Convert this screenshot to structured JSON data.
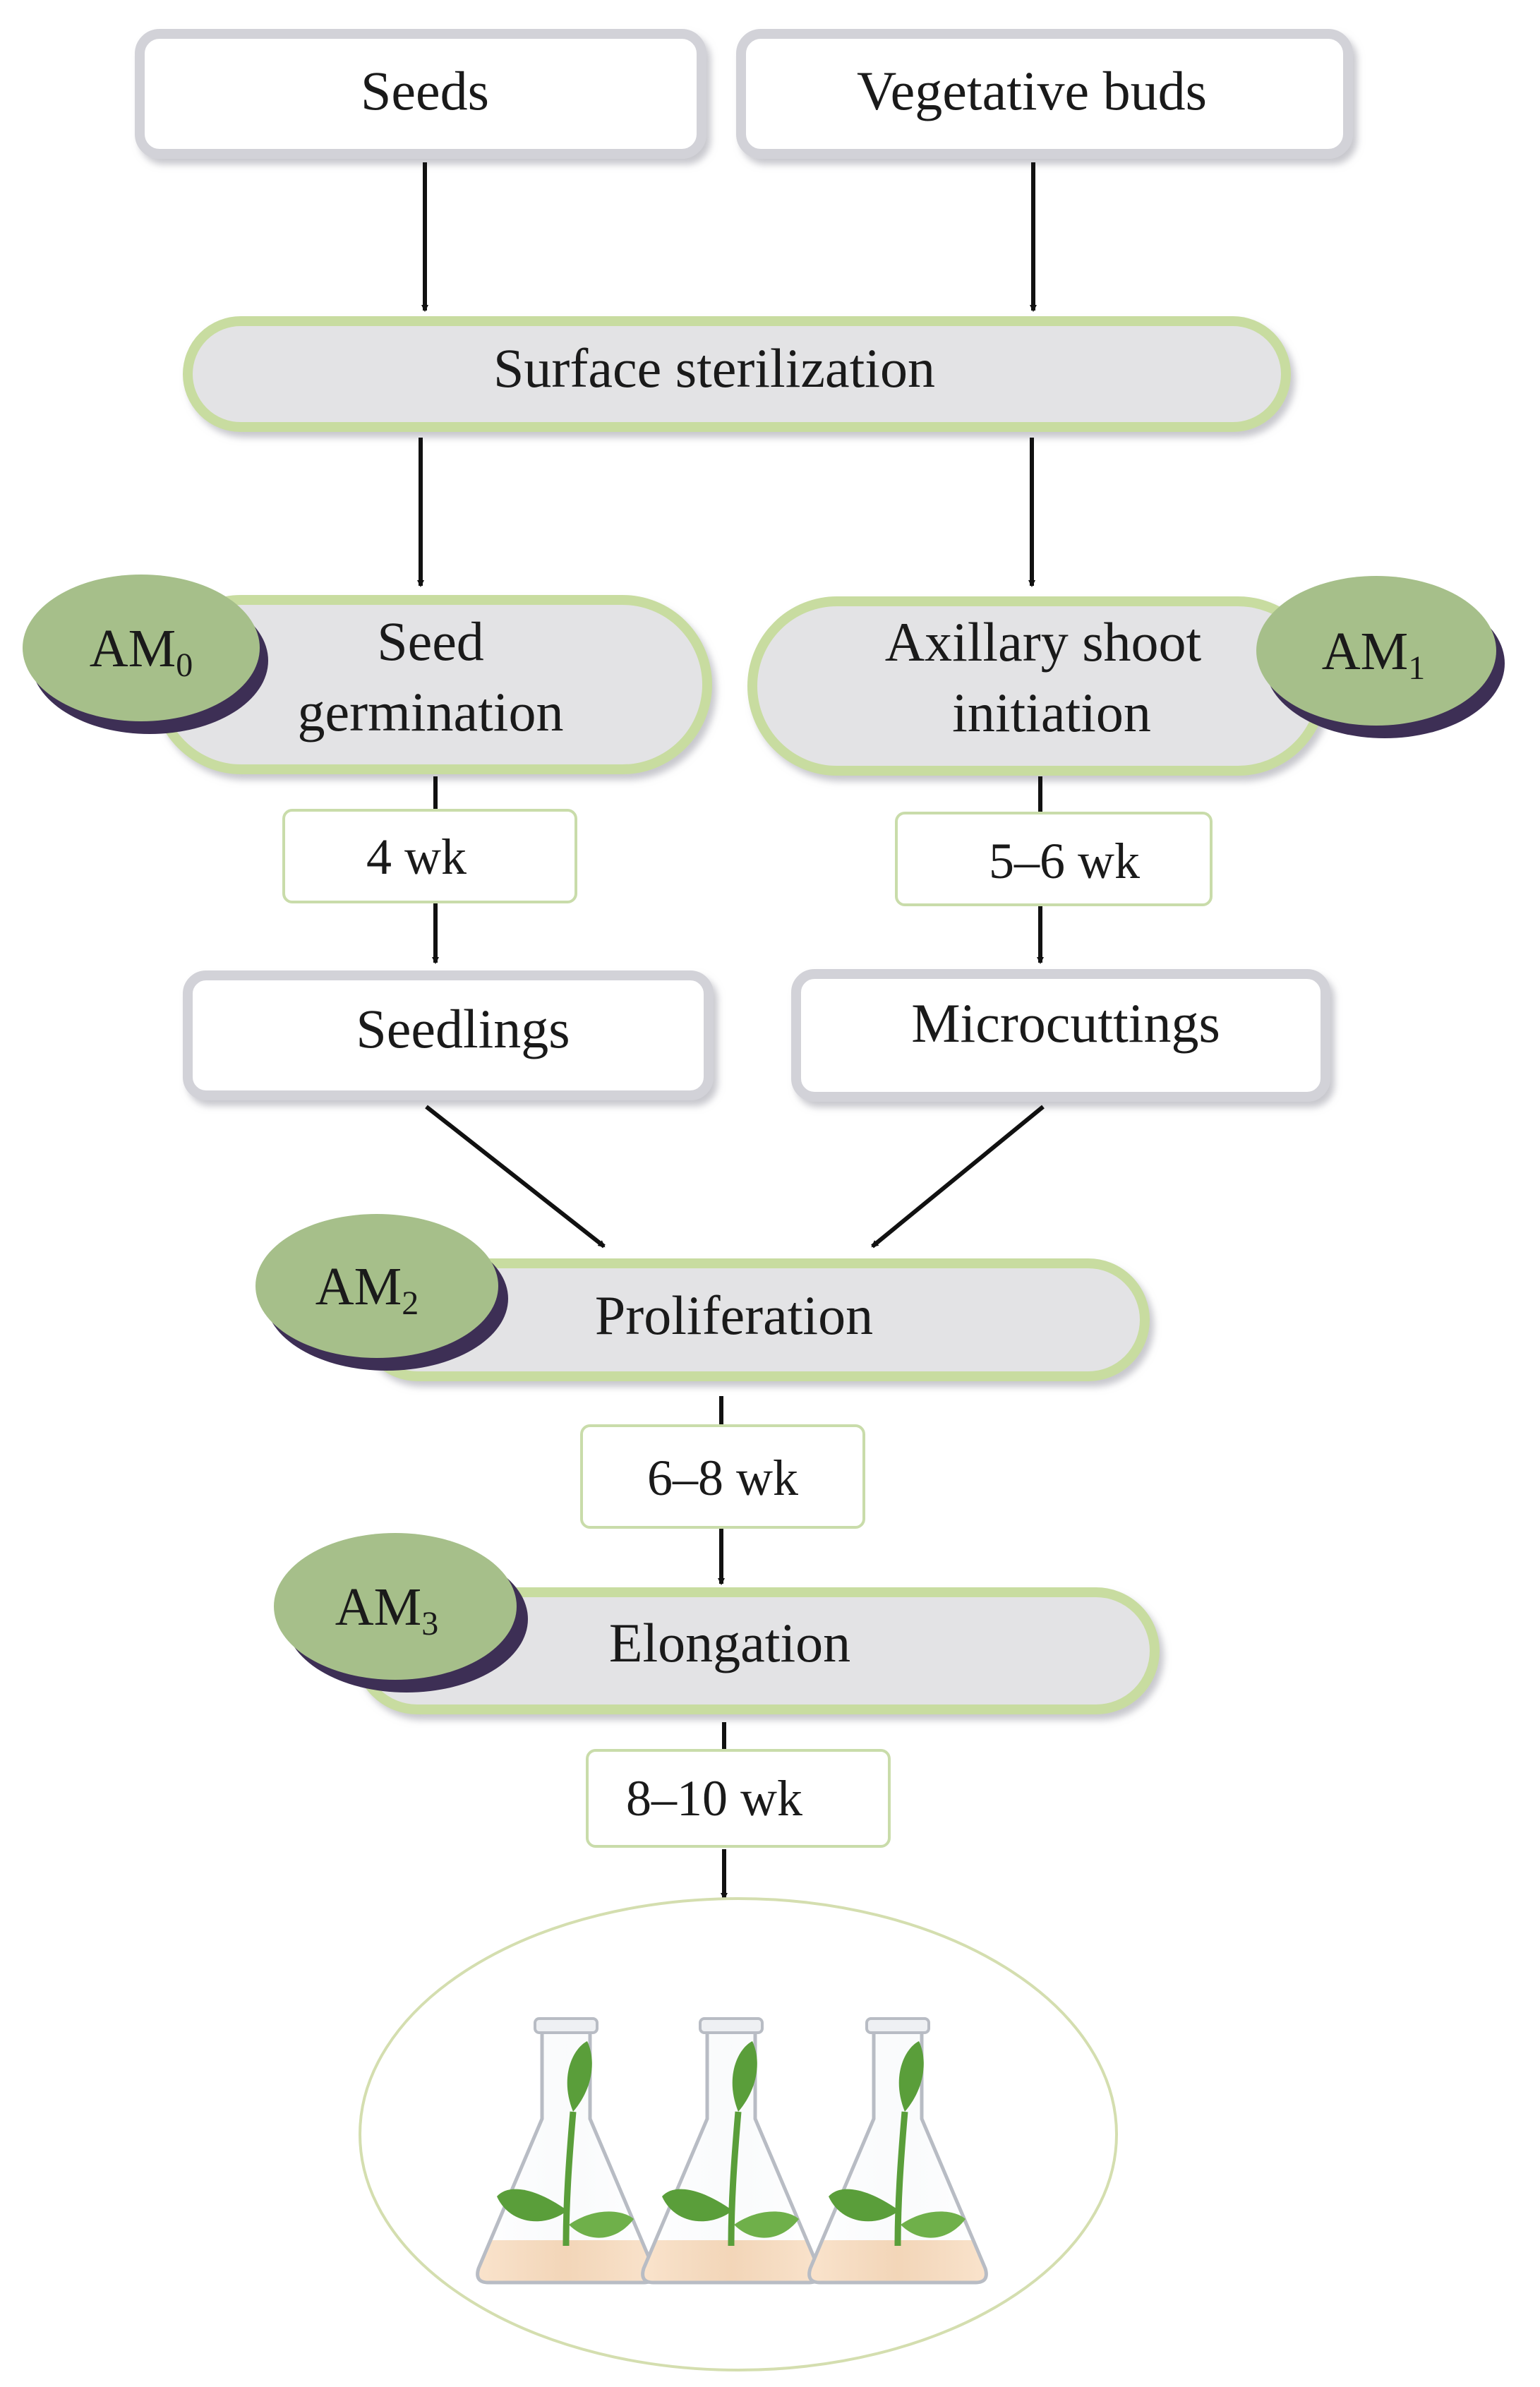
{
  "diagram": {
    "sources": {
      "seeds": "Seeds",
      "vegetative_buds": "Vegetative buds"
    },
    "surface_sterilization": "Surface sterilization",
    "seed_germination": {
      "line1": "Seed",
      "line2": "germination",
      "medium": {
        "base": "AM",
        "sub": "0"
      }
    },
    "axillary_shoot_initiation": {
      "line1": "Axillary shoot",
      "line2": "initiation",
      "medium": {
        "base": "AM",
        "sub": "1"
      }
    },
    "durations": {
      "germination": "4 wk",
      "axillary": "5–6 wk",
      "proliferation": "6–8 wk",
      "elongation": "8–10 wk"
    },
    "seedlings": "Seedlings",
    "microcuttings": "Microcuttings",
    "proliferation": {
      "label": "Proliferation",
      "medium": {
        "base": "AM",
        "sub": "2"
      }
    },
    "elongation": {
      "label": "Elongation",
      "medium": {
        "base": "AM",
        "sub": "3"
      }
    },
    "result_icon": "flasks-with-plantlets-icon"
  },
  "colors": {
    "pill_fill": "#e3e3e5",
    "pill_border": "#c8dca0",
    "medium_fill": "#a6bf8a",
    "medium_shadow": "#3d2f55",
    "box_border": "#c9dcaa",
    "rect_border": "#d2d2d8",
    "arrow": "#111111",
    "plant_leaf": "#5a9e3a",
    "medium_agar": "#f5c89a"
  }
}
